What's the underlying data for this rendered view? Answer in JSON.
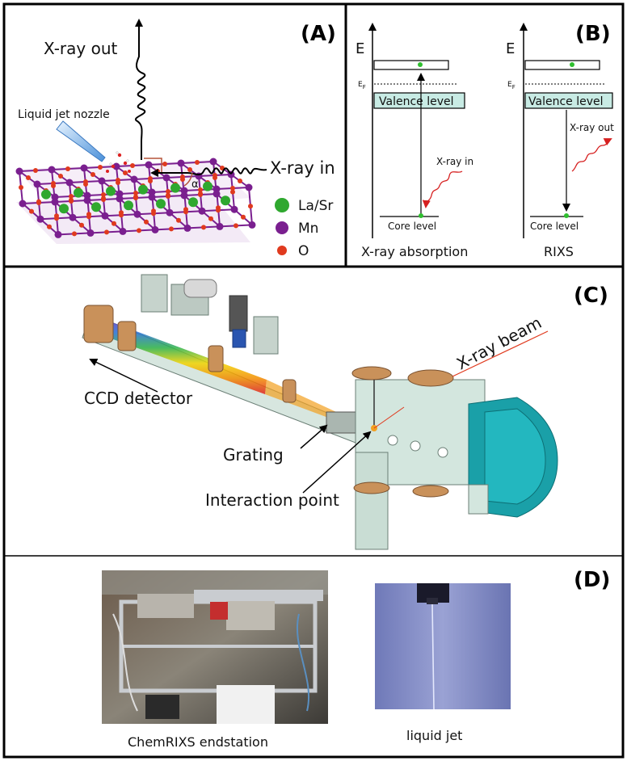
{
  "panels": {
    "a": {
      "letter": "(A)",
      "xray_out": "X-ray out",
      "xray_in": "X-ray in",
      "nozzle": "Liquid jet nozzle",
      "alpha": "α",
      "legend": [
        {
          "label": "La/Sr",
          "color": "#2fa82f"
        },
        {
          "label": "Mn",
          "color": "#7a1f8f"
        },
        {
          "label": "O",
          "color": "#e03a1e"
        }
      ]
    },
    "b": {
      "letter": "(B)",
      "e_left": "E",
      "e_right": "E",
      "ef_left": "E",
      "ef_right": "E",
      "ef_sub": "F",
      "valence_left": "Valence level",
      "valence_right": "Valence level",
      "core_left": "Core level",
      "core_right": "Core level",
      "xray_in": "X-ray in",
      "xray_out": "X-ray out",
      "caption_left": "X-ray absorption",
      "caption_right": "RIXS"
    },
    "c": {
      "letter": "(C)",
      "ccd": "CCD detector",
      "grating": "Grating",
      "interaction": "Interaction point",
      "beam": "X-ray beam"
    },
    "d": {
      "letter": "(D)",
      "caption_left": "ChemRIXS endstation",
      "caption_right": "liquid jet"
    }
  },
  "colors": {
    "valence_fill": "#c8ebe4",
    "chamber": "#cfe3db",
    "flange": "#c9915a",
    "teal": "#1aa0a8",
    "wave_red": "#d62020",
    "jet_bg": "#7e88c4"
  }
}
